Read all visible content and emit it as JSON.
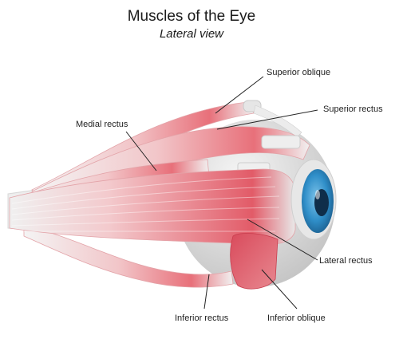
{
  "title": "Muscles of the Eye",
  "subtitle": "Lateral view",
  "labels": {
    "superior_oblique": "Superior oblique",
    "superior_rectus": "Superior rectus",
    "medial_rectus": "Medial rectus",
    "lateral_rectus": "Lateral rectus",
    "inferior_rectus": "Inferior rectus",
    "inferior_oblique": "Inferior oblique"
  },
  "colors": {
    "muscle": "#e8707a",
    "muscle_dark": "#cf3f52",
    "eyeball": "#dcdcdc",
    "nerve": "#f0f0f0",
    "iris": "#2f8ec8",
    "pupil": "#0f2e4a"
  }
}
